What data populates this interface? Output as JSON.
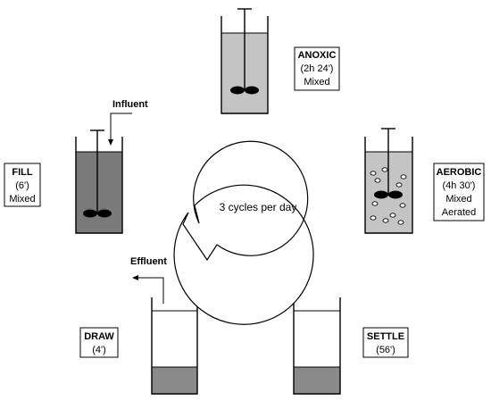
{
  "stages": {
    "anoxic": {
      "name": "ANOXIC",
      "lines": [
        "(2h 24')",
        "Mixed"
      ]
    },
    "aerobic": {
      "name": "AEROBIC",
      "lines": [
        "(4h 30')",
        "Mixed",
        "Aerated"
      ]
    },
    "settle": {
      "name": "SETTLE",
      "lines": [
        "(56')"
      ]
    },
    "draw": {
      "name": "DRAW",
      "lines": [
        "(4')"
      ]
    },
    "fill": {
      "name": "FILL",
      "lines": [
        "(6')",
        "Mixed"
      ]
    }
  },
  "flows": {
    "influent": "Influent",
    "effluent": "Effluent"
  },
  "cycle_label": "3 cycles per day",
  "colors": {
    "dark_liquid": "#7a7a7a",
    "light_liquid": "#c4c4c4",
    "settled_sludge": "#8a8a8a",
    "outline": "#000000"
  }
}
